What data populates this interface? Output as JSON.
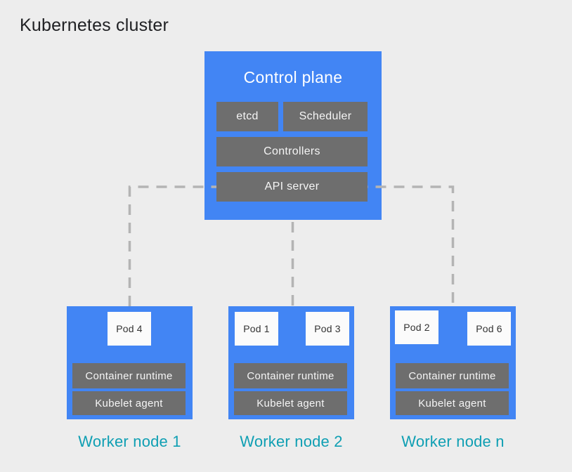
{
  "title": "Kubernetes cluster",
  "control_plane": {
    "title": "Control plane",
    "components": {
      "etcd": "etcd",
      "scheduler": "Scheduler",
      "controllers": "Controllers",
      "api_server": "API server"
    }
  },
  "worker_nodes": [
    {
      "label": "Worker node 1",
      "pods": [
        "Pod 4"
      ],
      "runtime": "Container runtime",
      "kubelet": "Kubelet agent"
    },
    {
      "label": "Worker node 2",
      "pods": [
        "Pod 1",
        "Pod 3"
      ],
      "runtime": "Container runtime",
      "kubelet": "Kubelet agent"
    },
    {
      "label": "Worker node n",
      "pods": [
        "Pod 2",
        "Pod 6"
      ],
      "runtime": "Container runtime",
      "kubelet": "Kubelet agent"
    }
  ],
  "colors": {
    "background": "#ededed",
    "node_blue": "#4285f4",
    "component_gray": "#6e6e6e",
    "pod_white": "#fbfbfb",
    "connector_gray": "#b4b4b4",
    "label_teal": "#0f9fb3",
    "title_dark": "#202124"
  }
}
